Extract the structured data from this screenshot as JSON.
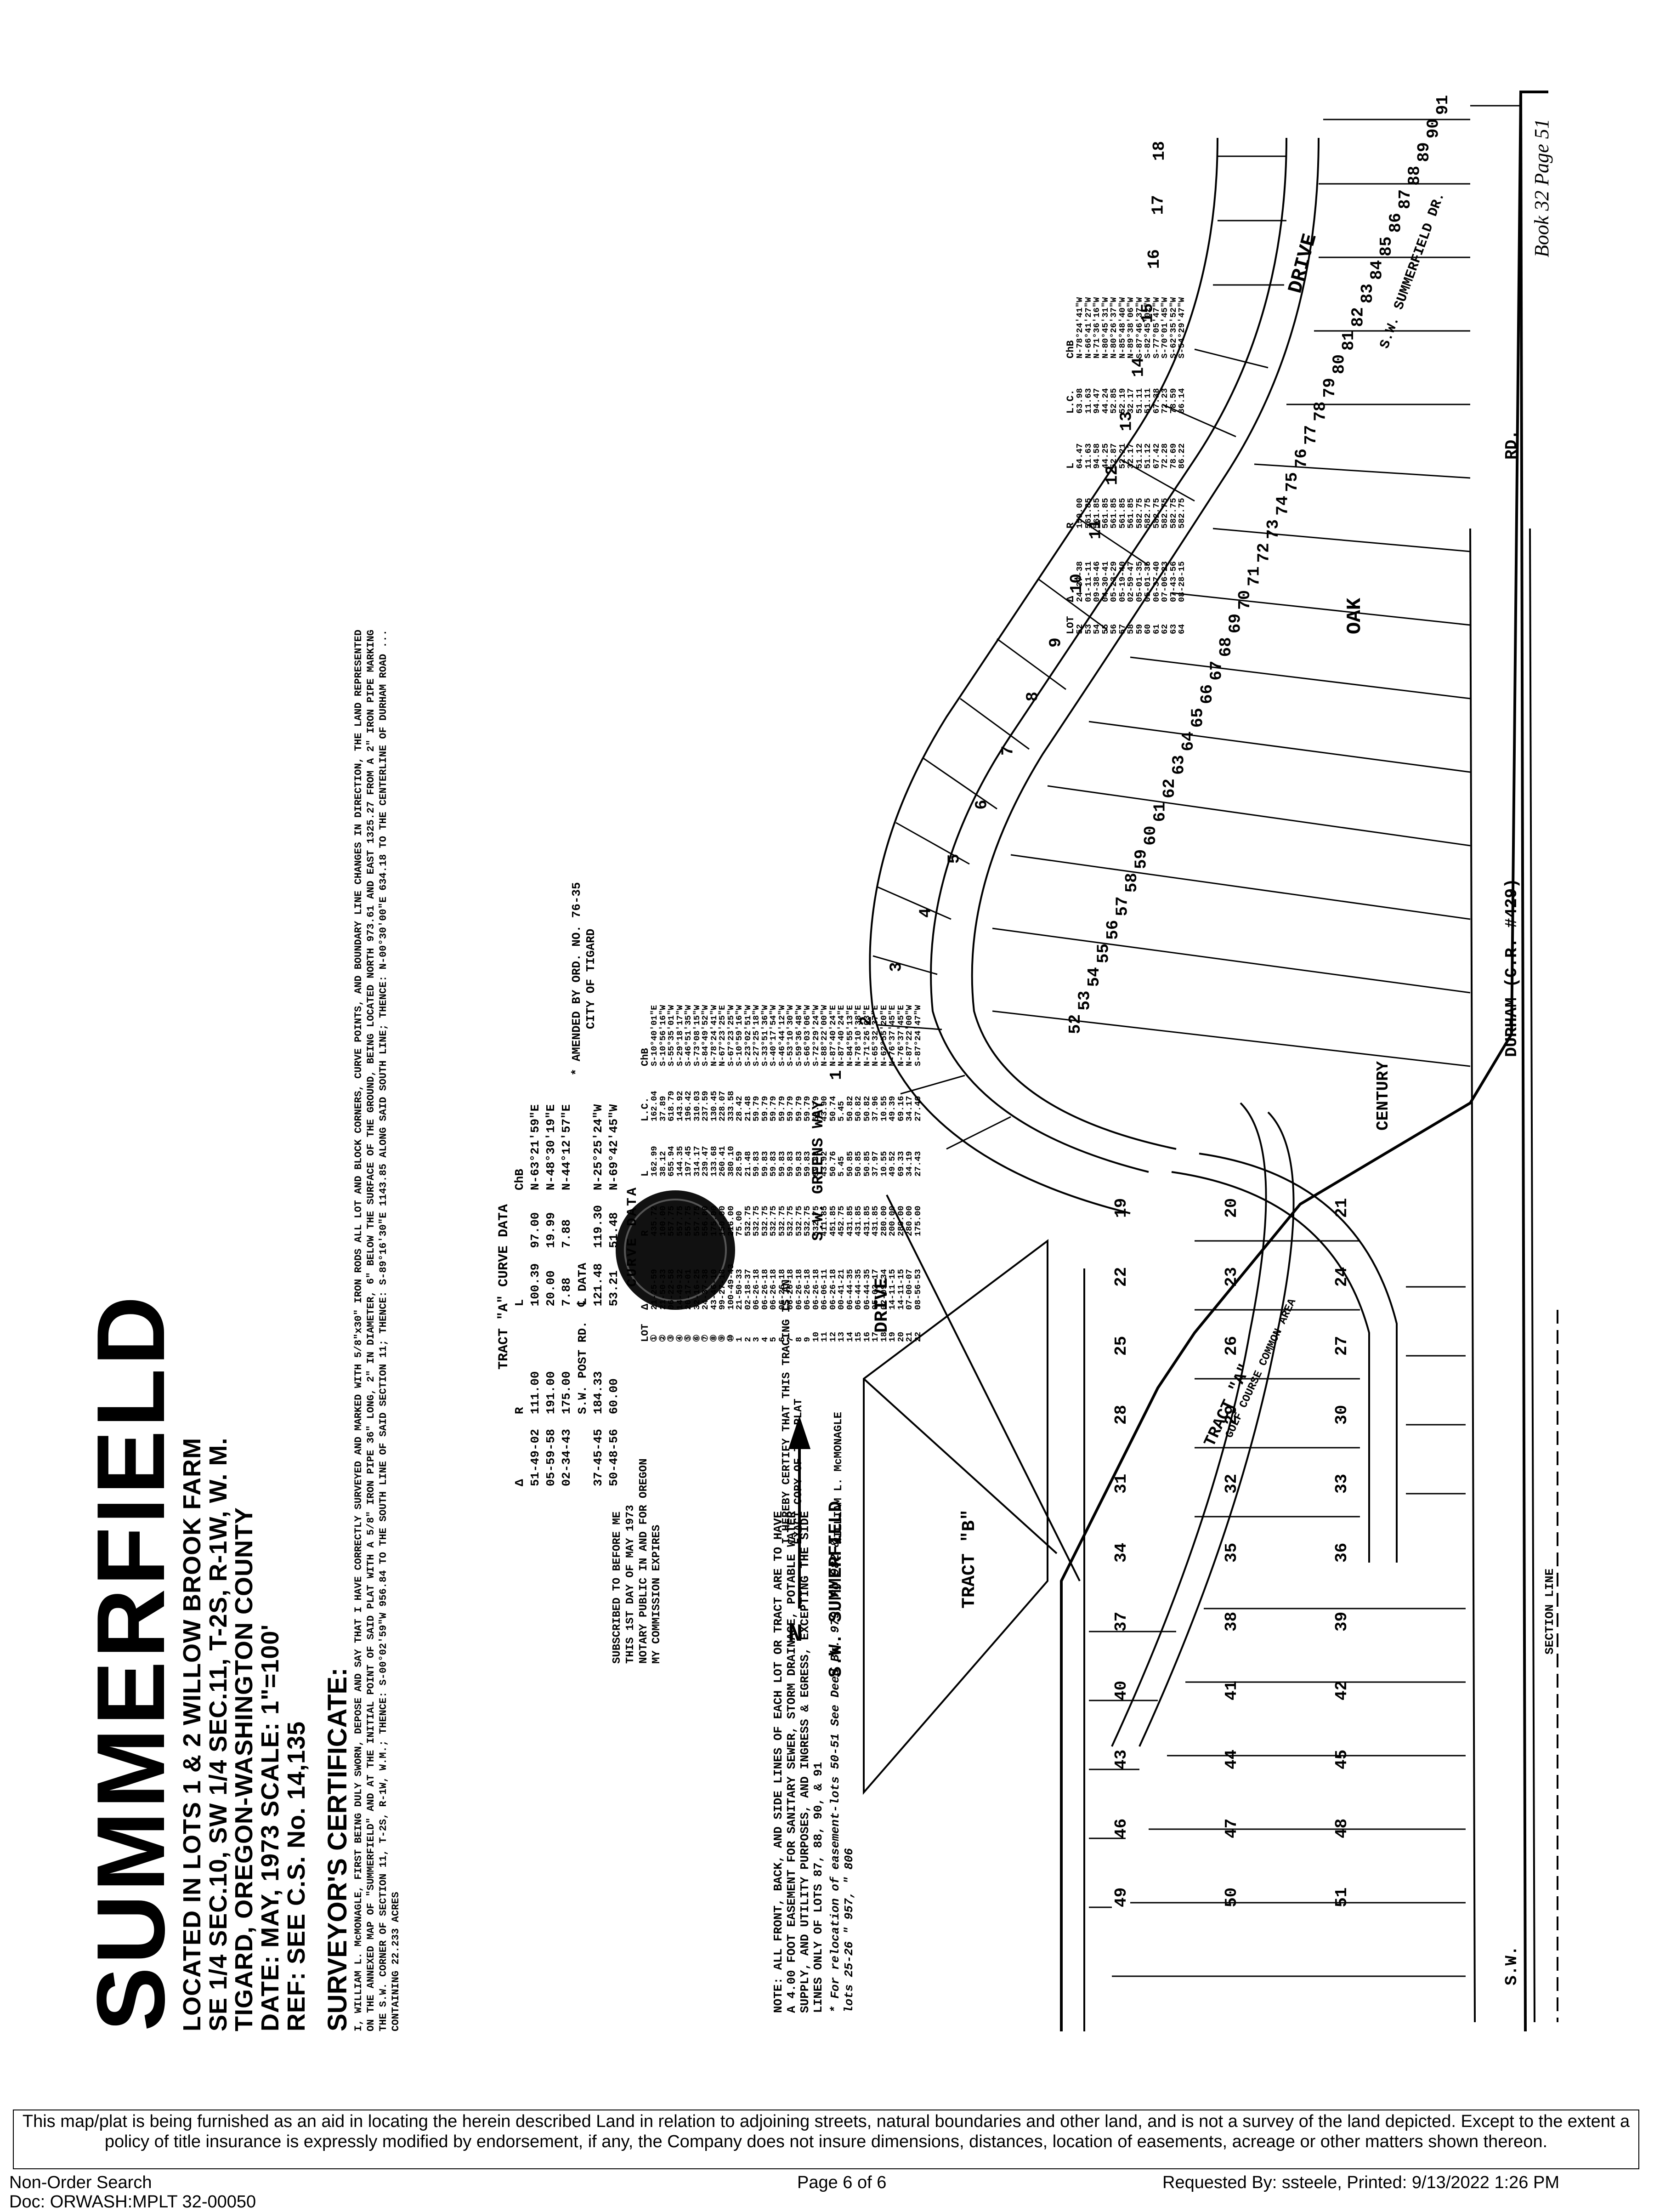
{
  "plat": {
    "title": "SUMMERFIELD",
    "location_lines": [
      "LOCATED IN LOTS 1 & 2  WILLOW BROOK FARM",
      "SE 1/4 SEC.10, SW 1/4 SEC.11, T-2S, R-1W, W. M.",
      "TIGARD, OREGON-WASHINGTON COUNTY",
      "DATE: MAY, 1973   SCALE: 1\"=100'",
      "REF: SEE C.S. No. 14,135"
    ],
    "certificate_heading": "SURVEYOR'S CERTIFICATE:",
    "certificate_text": "I, WILLIAM L. McMONAGLE, FIRST BEING DULY SWORN, DEPOSE AND SAY THAT I HAVE CORRECTLY SURVEYED AND MARKED WITH 5/8\"x30\" IRON RODS ALL LOT AND BLOCK CORNERS, CURVE POINTS, AND BOUNDARY LINE CHANGES IN DIRECTION, THE LAND REPRESENTED ON THE ANNEXED MAP OF \"SUMMERFIELD\" AND AT THE INITIAL POINT OF SAID PLAT WITH A 5/8\" IRON PIPE 36\" LONG, 2\" IN DIAMETER, 6\" BELOW THE SURFACE OF THE GROUND, BEING LOCATED NORTH 973.61 AND EAST 1325.27 FROM A 2\" IRON PIPE MARKING THE S.W. CORNER OF SECTION 11, T-2S, R-1W, W.M.; THENCE: S-00°02'59\"W 956.84 TO THE SOUTH LINE OF SAID SECTION 11; THENCE: S-89°16'30\"E 1143.85 ALONG SAID SOUTH LINE; THENCE: N-00°30'00\"E 634.18 TO THE CENTERLINE OF DURHAM ROAD ... CONTAINING 22.233 ACRES",
    "tract_a_heading": "TRACT \"A\" CURVE DATA",
    "tract_a_cols": [
      "Δ",
      "R",
      "L",
      "ChB"
    ],
    "tract_a_rows": [
      [
        "51-49-02",
        "111.00",
        "100.39",
        "97.00",
        "N-63°21'59\"E"
      ],
      [
        "05-59-58",
        "191.00",
        "20.00",
        "19.99",
        "N-48°30'19\"E"
      ],
      [
        "02-34-43",
        "175.00",
        "7.88",
        "7.88",
        "N-44°12'57\"E"
      ],
      [
        "",
        "S.W. POST RD.",
        "℄ DATA",
        "",
        ""
      ],
      [
        "37-45-45",
        "184.33",
        "121.48",
        "119.30",
        "N-25°25'24\"W"
      ],
      [
        "50-48-56",
        "60.00",
        "53.21",
        "51.48",
        "N-69°42'45\"W"
      ]
    ],
    "amended_note": "* AMENDED BY ORD. NO. 76-35",
    "amended_city": "CITY OF TIGARD",
    "curve_data_heading": "CURVE DATA",
    "curve_cols": [
      "LOT",
      "Δ",
      "R",
      "L",
      "L.C.",
      "ChB"
    ],
    "curve_rows_1": [
      [
        "①",
        "21-25-59",
        "435.72",
        "162.99",
        "162.04",
        "S-10°40'01\"E"
      ],
      [
        "②",
        "21-50-33",
        "100.00",
        "38.12",
        "37.89",
        "S-10°56'16\"W"
      ],
      [
        "③",
        "06-22-58",
        "557.75",
        "655.94",
        "618.79",
        "S-55°35'01\"W"
      ],
      [
        "④",
        "14-49-32",
        "557.75",
        "144.35",
        "143.92",
        "S-29°18'17\"W"
      ],
      [
        "⑤",
        "20-17-01",
        "557.75",
        "197.45",
        "196.42",
        "S-46°51'35\"W"
      ],
      [
        "⑥",
        "32-16-25",
        "557.75",
        "314.17",
        "310.03",
        "S-73°08'15\"W"
      ],
      [
        "⑦",
        "24-37-38",
        "556.80",
        "239.47",
        "237.59",
        "S-84°49'52\"W"
      ],
      [
        "⑧",
        "43-46-10",
        "175.00",
        "133.68",
        "130.45",
        "N-78°24'41\"W"
      ],
      [
        "⑨",
        "99-27-18",
        "150.00",
        "260.41",
        "228.07",
        "N-67°23'25\"E"
      ],
      [
        "⑩",
        "100-49-43",
        "216.00",
        "380.10",
        "333.58",
        "S-67°23'25\"W"
      ],
      [
        "1",
        "21-50-33",
        "75.00",
        "28.59",
        "28.42",
        "S-10°59'16\"W"
      ],
      [
        "2",
        "02-18-37",
        "532.75",
        "21.48",
        "21.48",
        "S-23°02'51\"W"
      ],
      [
        "3",
        "06-26-18",
        "532.75",
        "59.83",
        "59.79",
        "S-27°25'18\"W"
      ],
      [
        "4",
        "06-26-18",
        "532.75",
        "59.83",
        "59.79",
        "S-33°51'36\"W"
      ],
      [
        "5",
        "06-26-18",
        "532.75",
        "59.83",
        "59.79",
        "S-40°17'54\"W"
      ],
      [
        "6",
        "06-26-18",
        "532.75",
        "59.83",
        "59.79",
        "S-46°44'12\"W"
      ],
      [
        "7",
        "06-26-18",
        "532.75",
        "59.83",
        "59.79",
        "S-53°10'30\"W"
      ],
      [
        "8",
        "06-26-18",
        "532.75",
        "59.83",
        "59.79",
        "S-59°36'48\"W"
      ],
      [
        "9",
        "06-26-18",
        "532.75",
        "59.83",
        "59.79",
        "S-66°03'06\"W"
      ],
      [
        "10",
        "06-26-18",
        "532.75",
        "59.83",
        "59.79",
        "S-72°29'24\"W"
      ],
      [
        "11",
        "06-06-11",
        "411.85",
        "43.92",
        "43.90",
        "N-88°22'00\"W"
      ],
      [
        "12",
        "06-26-18",
        "451.85",
        "50.76",
        "50.74",
        "N-87°40'24\"E"
      ],
      [
        "13",
        "00-41-21",
        "452.75",
        "5.45",
        "5.45",
        "N-87°40'24\"E"
      ],
      [
        "14",
        "06-44-35",
        "431.85",
        "50.85",
        "50.82",
        "N-84°55'13\"E"
      ],
      [
        "15",
        "06-44-35",
        "431.85",
        "50.85",
        "50.82",
        "N-78°10'38\"E"
      ],
      [
        "16",
        "06-44-35",
        "431.85",
        "50.85",
        "50.82",
        "N-71°26'03\"E"
      ],
      [
        "17",
        "05-02-17",
        "431.85",
        "37.97",
        "37.96",
        "N-65°32'37\"E"
      ],
      [
        "18",
        "02-09-34",
        "280.00",
        "10.55",
        "10.55",
        "N-62°55'20\"E"
      ],
      [
        "19",
        "14-11-15",
        "200.00",
        "49.52",
        "49.39",
        "N-76°37'45\"E"
      ],
      [
        "20",
        "14-11-15",
        "280.00",
        "69.33",
        "69.16",
        "N-76°37'45\"E"
      ],
      [
        "21",
        "07-00-07",
        "280.00",
        "34.19",
        "34.17",
        "N-87°22'00\"W"
      ],
      [
        "22",
        "08-56-53",
        "175.00",
        "27.43",
        "27.40",
        "S-87°24'47\"W"
      ]
    ],
    "curve_rows_2": [
      [
        "52",
        "24-37-38",
        "150.00",
        "64.47",
        "63.98",
        "N-78°24'41\"W"
      ],
      [
        "53",
        "01-11-11",
        "561.85",
        "11.63",
        "11.63",
        "N-66°41'27\"W"
      ],
      [
        "54",
        "09-38-46",
        "561.85",
        "94.58",
        "94.47",
        "N-71°36'16\"W"
      ],
      [
        "55",
        "04-30-41",
        "561.85",
        "44.25",
        "44.24",
        "N-80°45'31\"W"
      ],
      [
        "56",
        "05-23-29",
        "561.85",
        "52.87",
        "52.85",
        "N-80°26'37\"W"
      ],
      [
        "57",
        "05-19-40",
        "561.85",
        "52.21",
        "52.19",
        "N-85°48'40\"W"
      ],
      [
        "58",
        "02-59-47",
        "561.85",
        "32.17",
        "32.17",
        "N-89°38'06\"W"
      ],
      [
        "59",
        "05-01-35",
        "582.75",
        "51.12",
        "51.11",
        "S-87°46'37\"W"
      ],
      [
        "60",
        "05-01-35",
        "582.75",
        "51.12",
        "51.11",
        "S-82°45'02\"W"
      ],
      [
        "61",
        "06-37-40",
        "582.75",
        "67.42",
        "67.38",
        "S-77°05'47\"W"
      ],
      [
        "62",
        "07-06-23",
        "582.75",
        "72.28",
        "72.23",
        "S-70°01'45\"W"
      ],
      [
        "63",
        "07-43-56",
        "582.75",
        "78.69",
        "78.59",
        "S-62°35'52\"W"
      ],
      [
        "64",
        "08-28-15",
        "582.75",
        "86.22",
        "86.14",
        "S-54°29'47\"W"
      ]
    ],
    "note_text": "NOTE: ALL FRONT, BACK, AND SIDE LINES OF EACH LOT OR TRACT ARE TO HAVE A 4.00 FOOT EASEMENT FOR SANITARY SEWER, STORM DRAINAGE, POTABLE WATER SUPPLY, AND UTILITY PURPOSES, AND INGRESS & EGRESS, EXCEPTING THE SIDE LINES ONLY OF LOTS 87, 88, 90, & 91",
    "note_star": "* For relocation of easement-lots 50-51 See Deed Bk. 979, Pg 982 & lots 25-26 \" 957, \" 806",
    "certify_text": "I HEREBY CERTIFY THAT THIS TRACING IS AN EXACT COPY OF THE PLAT",
    "signature_name": "WILLIAM L. McMONAGLE",
    "notary_lines": [
      "SUBSCRIBED TO BEFORE ME",
      "THIS 1ST DAY OF MAY 1973",
      "NOTARY PUBLIC IN AND FOR OREGON",
      "MY COMMISSION EXPIRES"
    ],
    "book_ref": "Book 32 Page 51",
    "street_labels": [
      "S.W. GREENS WAY",
      "S.W. SUMMERFIELD",
      "DRIVE",
      "OAK",
      "DRIVE",
      "CENTURY",
      "DURHAM (C.R. #429)",
      "RD.",
      "S.W.",
      "SECTION LINE",
      "S.W. SUMMERFIELD DR."
    ],
    "tract_labels": [
      "TRACT \"B\"",
      "TRACT \"A\"",
      "GOLF COURSE COMMON AREA"
    ],
    "lot_numbers": [
      "1",
      "2",
      "3",
      "4",
      "5",
      "6",
      "7",
      "8",
      "9",
      "10",
      "11",
      "12",
      "13",
      "14",
      "15",
      "16",
      "17",
      "18",
      "19",
      "20",
      "21",
      "22",
      "23",
      "24",
      "25",
      "26",
      "27",
      "28",
      "29",
      "30",
      "31",
      "32",
      "33",
      "34",
      "35",
      "36",
      "37",
      "38",
      "39",
      "40",
      "41",
      "42",
      "43",
      "44",
      "45",
      "46",
      "47",
      "48",
      "49",
      "50",
      "51",
      "52",
      "53",
      "54",
      "55",
      "56",
      "57",
      "58",
      "59",
      "60",
      "61",
      "62",
      "63",
      "64",
      "65",
      "66",
      "67",
      "68",
      "69",
      "70",
      "71",
      "72",
      "73",
      "74",
      "75",
      "76",
      "77",
      "78",
      "79",
      "80",
      "81",
      "82",
      "83",
      "84",
      "85",
      "86",
      "87",
      "88",
      "89",
      "90",
      "91"
    ],
    "north_label": "N"
  },
  "footer": {
    "disclaimer": "This map/plat is being furnished as an aid in locating the herein described Land in relation to adjoining streets, natural boundaries and other land, and is not a survey of the land depicted. Except to the extent a policy of title insurance is expressly modified by endorsement, if any, the Company does not insure dimensions, distances, location of easements, acreage or other matters shown thereon.",
    "left": "Non-Order Search",
    "center": "Page 6 of 6",
    "right": "Requested By: ssteele, Printed: 9/13/2022 1:26 PM",
    "doc": "Doc: ORWASH:MPLT 32-00050"
  }
}
